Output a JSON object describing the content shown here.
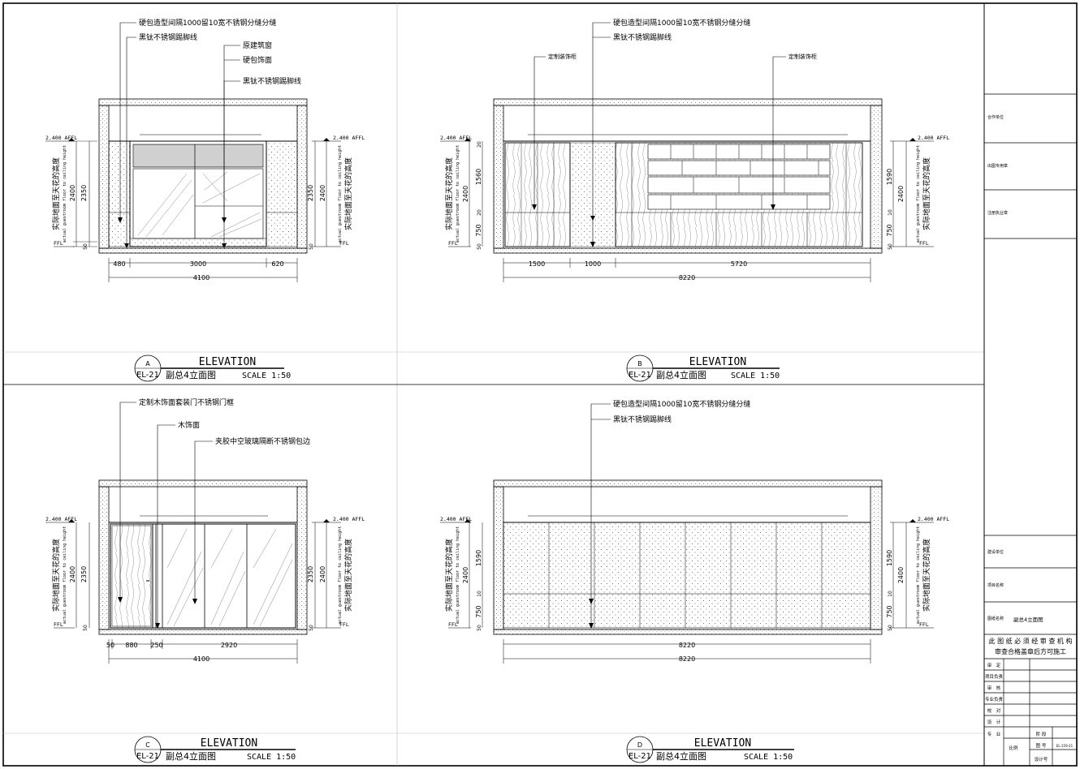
{
  "panels": {
    "A": {
      "letter": "A",
      "ref": "EL-21",
      "title": "ELEVATION",
      "subtitle": "副总4立面图",
      "scale": "SCALE 1:50",
      "notes": [
        "硬包造型间隔1000留10宽不锈钢分缝分缝",
        "黑钛不锈钢踢脚线",
        "原建筑窗",
        "硬包饰面",
        "黑钛不锈钢踢脚线"
      ],
      "dims_bottom": [
        "480",
        "3000",
        "620"
      ],
      "dim_total": "4100",
      "left_dims": [
        "2350",
        "2400",
        "50"
      ],
      "right_dims": [
        "2350",
        "2400",
        "50"
      ]
    },
    "B": {
      "letter": "B",
      "ref": "EL-21",
      "title": "ELEVATION",
      "subtitle": "副总4立面图",
      "scale": "SCALE 1:50",
      "notes": [
        "硬包造型间隔1000留10宽不锈钢分缝分缝",
        "黑钛不锈钢踢脚线",
        "定制装饰柜",
        "定制装饰柜"
      ],
      "dims_bottom": [
        "1500",
        "1000",
        "5720"
      ],
      "dim_total": "8220",
      "left_dims": [
        "20",
        "1560",
        "20",
        "750",
        "50",
        "2400"
      ],
      "right_dims": [
        "1590",
        "10",
        "750",
        "50",
        "2400"
      ]
    },
    "C": {
      "letter": "C",
      "ref": "EL-21",
      "title": "ELEVATION",
      "subtitle": "副总4立面图",
      "scale": "SCALE 1:50",
      "notes": [
        "定制木饰面套装门不锈钢门框",
        "木饰面",
        "夹胶中空玻璃隔断不锈钢包边"
      ],
      "dims_bottom": [
        "50",
        "880",
        "250",
        "2920"
      ],
      "dim_total": "4100",
      "left_dims": [
        "2350",
        "2400",
        "50"
      ],
      "right_dims": [
        "2350",
        "2400",
        "50"
      ]
    },
    "D": {
      "letter": "D",
      "ref": "EL-21",
      "title": "ELEVATION",
      "subtitle": "副总4立面图",
      "scale": "SCALE 1:50",
      "notes": [
        "硬包造型间隔1000留10宽不锈钢分缝分缝",
        "黑钛不锈钢踢脚线"
      ],
      "dims_bottom": [
        "8220"
      ],
      "dim_total": "8220",
      "left_dims": [
        "1590",
        "10",
        "750",
        "50",
        "2400"
      ],
      "right_dims": [
        "1590",
        "10",
        "750",
        "50",
        "2400"
      ]
    }
  },
  "level_labels": {
    "top": "2.400 AFFL",
    "floor": "FFL",
    "height_cn": "实际地面至天花的高度",
    "height_en": "actual guestroom floor to ceiling height"
  },
  "title_block": {
    "cooperation_unit": "合作单位",
    "drawing_seal": "出图专用章",
    "practice_seal": "注册执业章",
    "construction_unit": "建设单位",
    "project_name": "项目名称",
    "drawing_name_label": "图纸名称",
    "drawing_name": "副总4立面图",
    "approval_line1": "此 图 纸 必 须 经 审 查 机 构",
    "approval_line2": "审查合格盖章后方可施工",
    "rows": [
      "审　定",
      "项目负责",
      "审　核",
      "专业负责",
      "校　对",
      "设　计",
      "专　业"
    ],
    "stage_label": "阶 段",
    "scale_label": "比例",
    "drawing_no_label": "图 号",
    "drawing_no": "EL-159-21",
    "design_no_label": "设计号"
  }
}
